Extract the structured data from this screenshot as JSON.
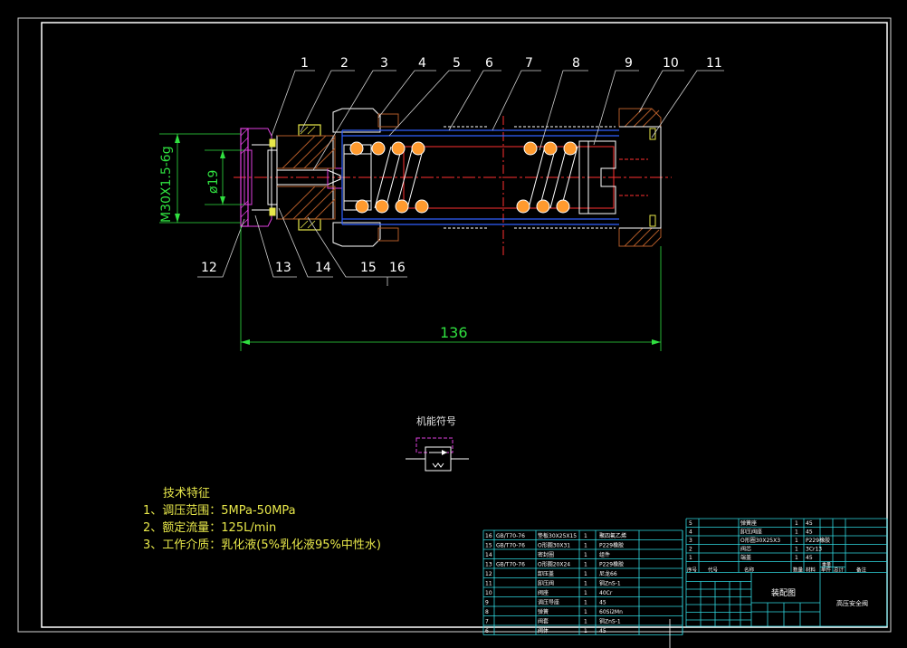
{
  "balloons": [
    "1",
    "2",
    "3",
    "4",
    "5",
    "6",
    "7",
    "8",
    "9",
    "10",
    "11",
    "12",
    "13",
    "14",
    "15",
    "16"
  ],
  "dimensions": {
    "thread": "M30X1.5-6g",
    "diameter": "ø19",
    "length": "136"
  },
  "symbol_title": "机能符号",
  "tech": {
    "title": "技术特征",
    "items": [
      "1、调压范围：5MPa-50MPa",
      "2、额定流量：125L/min",
      "3、工作介质：乳化液(5%乳化液95%中性水)"
    ]
  },
  "bom_rows": [
    {
      "no": "16",
      "std": "GB/T70-76",
      "name": "垫板30X25X15",
      "qty": "1",
      "mat": "聚四氟乙烯"
    },
    {
      "no": "15",
      "std": "GB/T70-76",
      "name": "O形圈30X31",
      "qty": "1",
      "mat": "P229橡胶"
    },
    {
      "no": "14",
      "std": "",
      "name": "密封圈",
      "qty": "1",
      "mat": "组件"
    },
    {
      "no": "13",
      "std": "GB/T70-76",
      "name": "O形圈20X24",
      "qty": "1",
      "mat": "P229橡胶"
    },
    {
      "no": "12",
      "std": "",
      "name": "卸压盖",
      "qty": "1",
      "mat": "尼龙66"
    },
    {
      "no": "11",
      "std": "",
      "name": "卸压阀",
      "qty": "1",
      "mat": "铜ZnS-1"
    },
    {
      "no": "10",
      "std": "",
      "name": "阀座",
      "qty": "1",
      "mat": "40Cr"
    },
    {
      "no": "9",
      "std": "",
      "name": "调压导座",
      "qty": "1",
      "mat": "45"
    },
    {
      "no": "8",
      "std": "",
      "name": "弹簧",
      "qty": "1",
      "mat": "60Si2Mn"
    },
    {
      "no": "7",
      "std": "",
      "name": "阀套",
      "qty": "1",
      "mat": "铜ZnS-1"
    },
    {
      "no": "6",
      "std": "",
      "name": "阀体",
      "qty": "1",
      "mat": "45"
    }
  ],
  "bom_top_rows": [
    {
      "no": "5",
      "name": "弹簧座",
      "qty": "1",
      "mat": "45"
    },
    {
      "no": "4",
      "name": "卸压阀座",
      "qty": "1",
      "mat": "45"
    },
    {
      "no": "3",
      "name": "O形圈30X25X3",
      "qty": "1",
      "mat": "P229橡胶"
    },
    {
      "no": "2",
      "name": "阀芯",
      "qty": "1",
      "mat": "3Cr13"
    },
    {
      "no": "1",
      "name": "端盖",
      "qty": "1",
      "mat": "45"
    }
  ],
  "bom_header": [
    "序号",
    "代号",
    "名称",
    "数量",
    "材料",
    "单件",
    "总计",
    "备注"
  ],
  "bom_header_weight": "重量",
  "title_block": {
    "drawing_name": "装配图",
    "part_name": "高压安全阀"
  }
}
